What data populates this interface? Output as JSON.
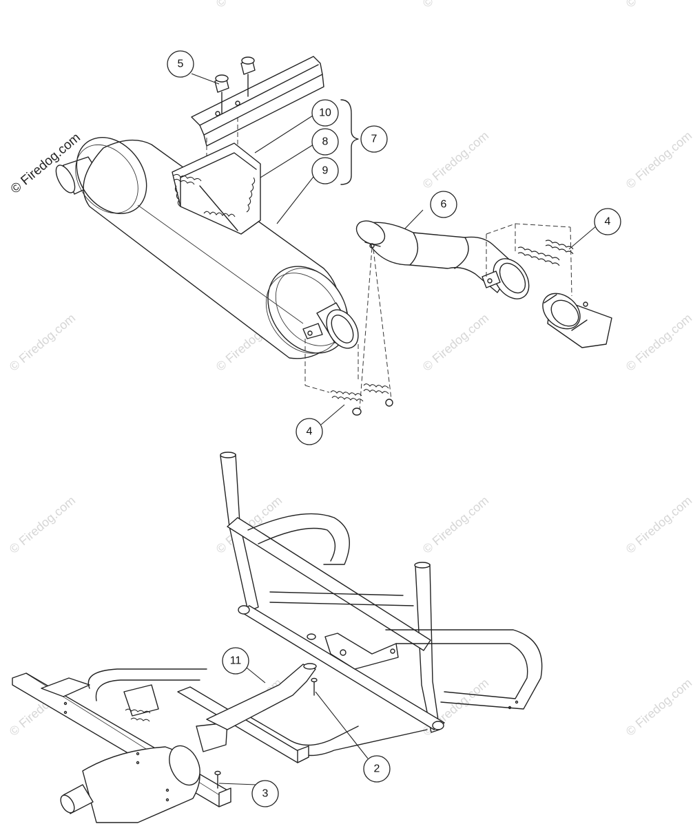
{
  "watermark": {
    "primary": "© Firedog.com",
    "repeat": "© Firedog.com"
  },
  "callouts": [
    {
      "id": "c5",
      "label": "5"
    },
    {
      "id": "c10",
      "label": "10"
    },
    {
      "id": "c8",
      "label": "8"
    },
    {
      "id": "c9",
      "label": "9"
    },
    {
      "id": "c7",
      "label": "7"
    },
    {
      "id": "c6",
      "label": "6"
    },
    {
      "id": "c4a",
      "label": "4"
    },
    {
      "id": "c4b",
      "label": "4"
    },
    {
      "id": "c11",
      "label": "11"
    },
    {
      "id": "c2",
      "label": "2"
    },
    {
      "id": "c3",
      "label": "3"
    }
  ]
}
